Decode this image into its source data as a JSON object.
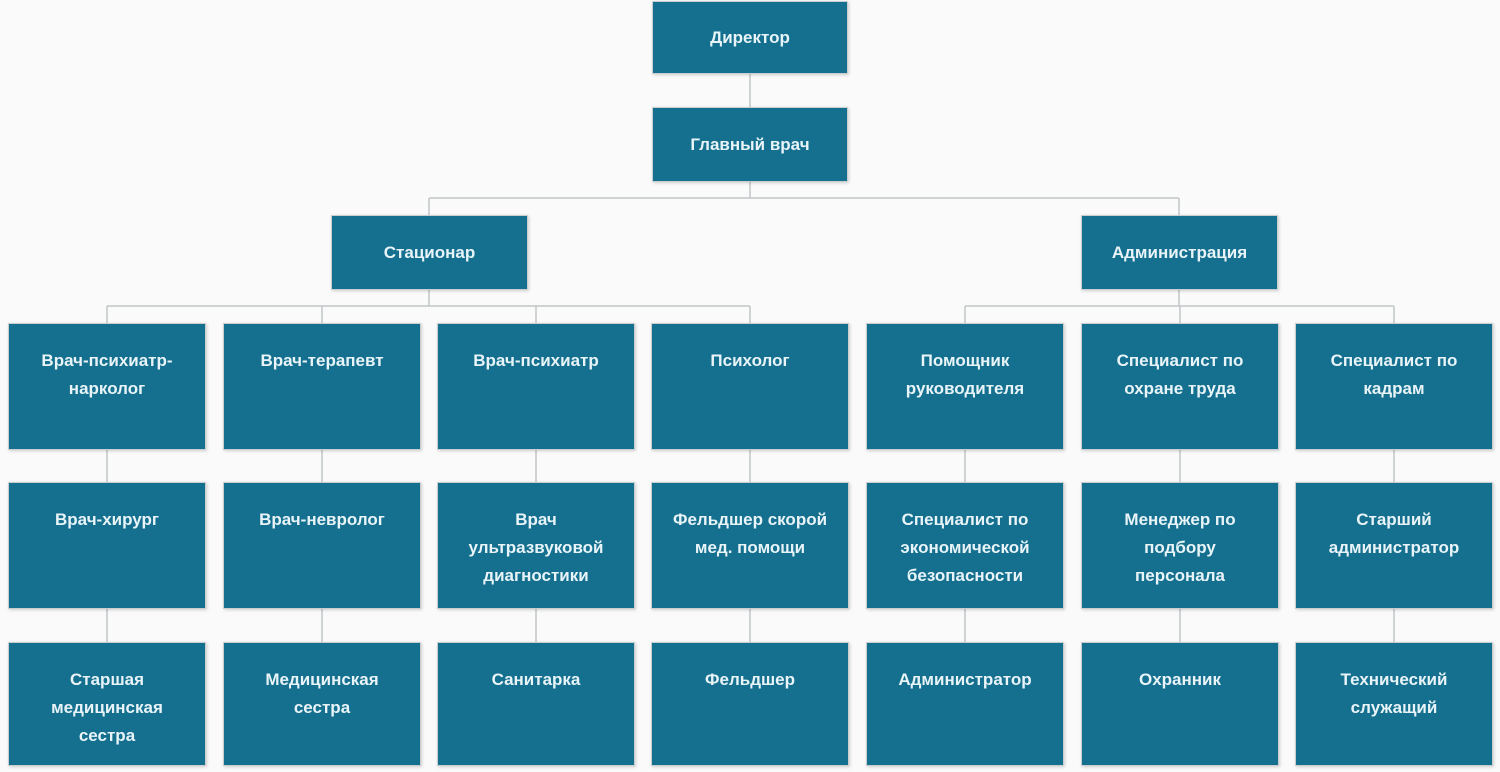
{
  "colors": {
    "node_fill": "#15708f",
    "node_text": "#e8f4f8",
    "connector": "#c2c6c8",
    "background": "#fafafa"
  },
  "org": {
    "root": "Директор",
    "level2": "Главный врач",
    "branches": [
      {
        "label": "Стационар"
      },
      {
        "label": "Администрация"
      }
    ],
    "columns": [
      {
        "top": "Врач-психиатр-\nнарколог",
        "middle": "Врач-хирург",
        "bottom": "Старшая\nмедицинская\nсестра"
      },
      {
        "top": "Врач-терапевт",
        "middle": "Врач-невролог",
        "bottom": "Медицинская\nсестра"
      },
      {
        "top": "Врач-психиатр",
        "middle": "Врач\nультразвуковой\nдиагностики",
        "bottom": "Санитарка"
      },
      {
        "top": "Психолог",
        "middle": "Фельдшер скорой\nмед. помощи",
        "bottom": "Фельдшер"
      },
      {
        "top": "Помощник\nруководителя",
        "middle": "Специалист по\nэкономической\nбезопасности",
        "bottom": "Администратор"
      },
      {
        "top": "Специалист по\nохране труда",
        "middle": "Менеджер по\nподбору\nперсонала",
        "bottom": "Охранник"
      },
      {
        "top": "Специалист по\nкадрам",
        "middle": "Старший\nадминистратор",
        "bottom": "Технический\nслужащий"
      }
    ]
  }
}
